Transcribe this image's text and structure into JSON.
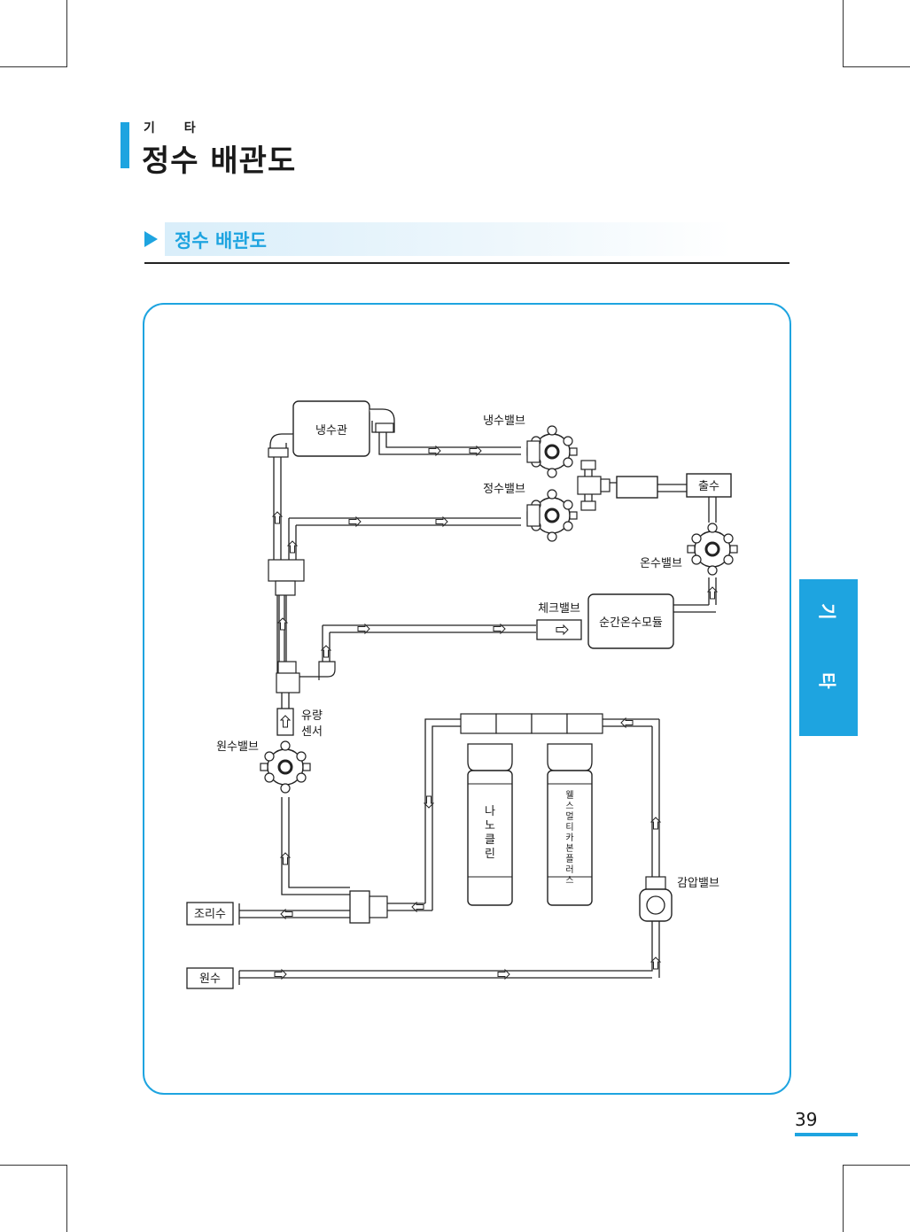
{
  "header": {
    "category": "기 타",
    "title": "정수 배관도"
  },
  "section": {
    "title": "정수 배관도"
  },
  "side_tab": {
    "line1": "기",
    "line2": "타"
  },
  "page_number": "39",
  "diagram": {
    "cold_tank": "냉수관",
    "cold_valve": "냉수밸브",
    "purified_valve": "정수밸브",
    "outlet": "출수",
    "hot_valve": "온수밸브",
    "check_valve": "체크밸브",
    "instant_hot_module": "순간온수모듈",
    "flow_sensor_line1": "유량",
    "flow_sensor_line2": "센서",
    "raw_water_valve": "원수밸브",
    "filter_nano": [
      "나",
      "노",
      "클",
      "린"
    ],
    "filter_wellness": [
      "웰",
      "스",
      "멀",
      "티",
      "카",
      "본",
      "플",
      "러",
      "스"
    ],
    "pressure_valve": "감압밸브",
    "cooking_water": "조리수",
    "raw_water": "원수"
  }
}
